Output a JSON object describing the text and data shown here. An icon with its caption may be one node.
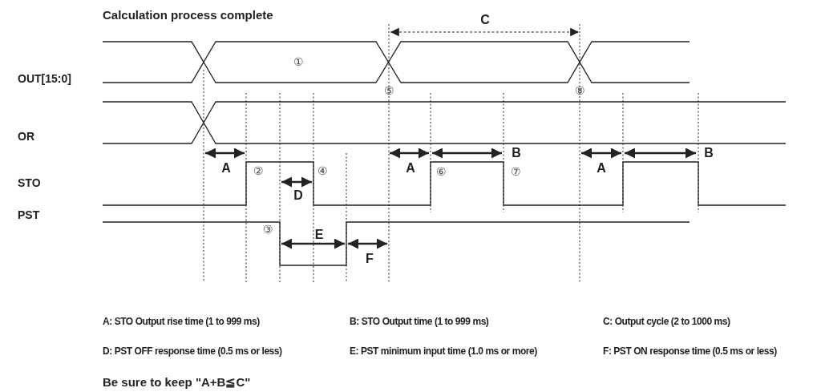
{
  "diagram": {
    "labels": [
      "Calculation process complete",
      "C",
      "①",
      "OUT[15:0]",
      "⑤",
      "⑧",
      "OR",
      "B",
      "B",
      "A",
      "②",
      "④",
      "A",
      "⑥",
      "⑦",
      "A",
      "STO",
      "D",
      "PST",
      "③",
      "E",
      "F",
      "A: STO Output rise time (1 to 999 ms)",
      "B: STO Output time (1 to 999 ms)",
      "C: Output cycle (2 to 1000 ms)",
      "D: PST OFF response time (0.5 ms or less)",
      "E: PST minimum input time (1.0 ms or more)",
      "F: PST ON response time (0.5 ms or less)",
      "Be sure to keep \"A+B≦C\""
    ]
  }
}
